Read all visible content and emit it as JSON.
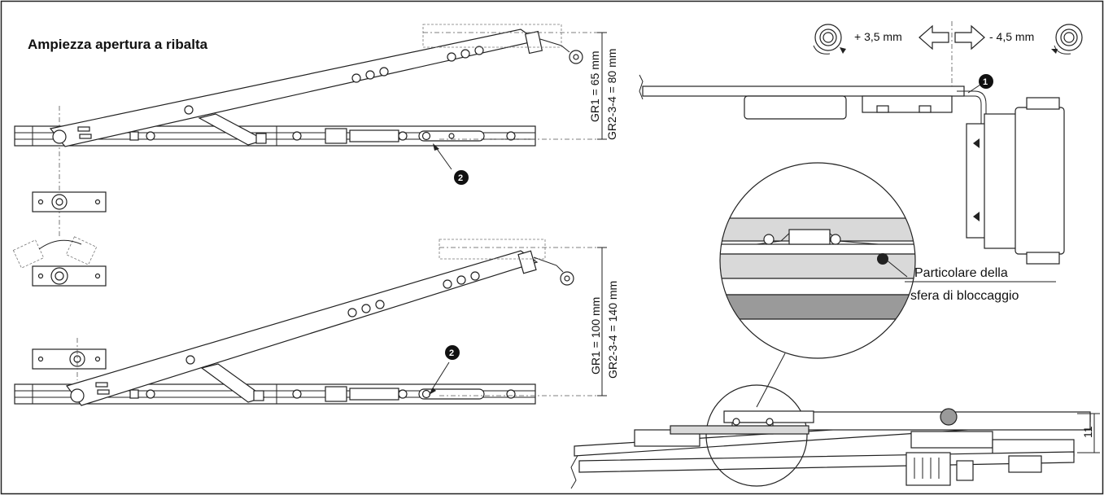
{
  "title": "Ampiezza apertura a ribalta",
  "dimensions": {
    "top_gr1": "GR1 = 65 mm",
    "top_gr234": "GR2-3-4 = 80 mm",
    "bottom_gr1": "GR1 = 100 mm",
    "bottom_gr234": "GR2-3-4 = 140 mm",
    "height": "11"
  },
  "adjustment": {
    "plus": "+ 3,5 mm",
    "minus": "- 4,5 mm"
  },
  "detail_label": {
    "line1": "Particolare della",
    "line2": "sfera di bloccaggio"
  },
  "callouts": {
    "one": "1",
    "two": "2"
  }
}
